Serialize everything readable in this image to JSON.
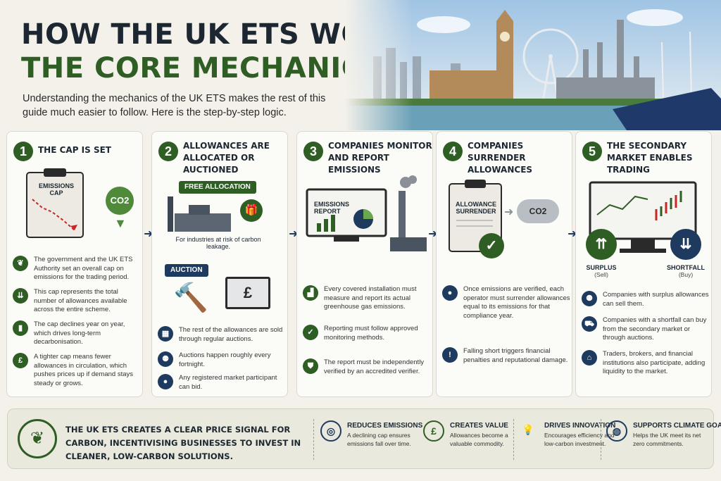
{
  "header": {
    "title_line1": "HOW THE UK ETS WORKS:",
    "title_line2": "THE CORE MECHANICS",
    "intro": "Understanding the mechanics of the UK ETS makes the rest of this guide much easier to follow. Here is the step-by-step logic."
  },
  "steps": [
    {
      "num": "1",
      "title": "THE CAP IS SET",
      "labels": {
        "clipboard": "EMISSIONS CAP",
        "co2": "CO2"
      },
      "bullets": [
        {
          "icon": "leaf-icon",
          "text": "The government and the UK ETS Authority set an overall cap on emissions for the trading period."
        },
        {
          "icon": "down-arrows-icon",
          "text": "This cap represents the total number of allowances available across the entire scheme."
        },
        {
          "icon": "bar-chart-icon",
          "text": "The cap declines year on year, which drives long-term decarbonisation."
        },
        {
          "icon": "pound-icon",
          "text": "A tighter cap means fewer allowances in circulation, which pushes prices up if demand stays steady or grows."
        }
      ]
    },
    {
      "num": "2",
      "title": "ALLOWANCES ARE ALLOCATED OR AUCTIONED",
      "free_tag": "FREE ALLOCATION",
      "free_note": "For industries at risk of carbon leakage.",
      "auction_tag": "AUCTION",
      "monitor_symbol": "£",
      "bullets": [
        {
          "icon": "calendar-icon",
          "text": "The rest of the allowances are sold through regular auctions."
        },
        {
          "icon": "people-icon",
          "text": "Auctions happen roughly every fortnight."
        },
        {
          "icon": "person-icon",
          "text": "Any registered market participant can bid."
        }
      ]
    },
    {
      "num": "3",
      "title": "COMPANIES MONITOR AND REPORT EMISSIONS",
      "labels": {
        "report": "EMISSIONS REPORT"
      },
      "bullets": [
        {
          "icon": "factory-icon",
          "text": "Every covered installation must measure and report its actual greenhouse gas emissions."
        },
        {
          "icon": "checklist-icon",
          "text": "Reporting must follow approved monitoring methods."
        },
        {
          "icon": "shield-check-icon",
          "text": "The report must be independently verified by an accredited verifier."
        }
      ]
    },
    {
      "num": "4",
      "title": "COMPANIES SURRENDER ALLOWANCES",
      "labels": {
        "clipboard": "ALLOWANCE SURRENDER",
        "co2": "CO2"
      },
      "bullets": [
        {
          "icon": "person-icon",
          "text": "Once emissions are verified, each operator must surrender allowances equal to its emissions for that compliance year."
        },
        {
          "icon": "warning-icon",
          "text": "Falling short triggers financial penalties and reputational damage."
        }
      ]
    },
    {
      "num": "5",
      "title": "THE SECONDARY MARKET ENABLES TRADING",
      "surplus": "SURPLUS",
      "surplus_sub": "(Sell)",
      "shortfall": "SHORTFALL",
      "shortfall_sub": "(Buy)",
      "bullets": [
        {
          "icon": "people-icon",
          "text": "Companies with surplus allowances can sell them."
        },
        {
          "icon": "cart-icon",
          "text": "Companies with a shortfall can buy from the secondary market or through auctions."
        },
        {
          "icon": "bank-icon",
          "text": "Traders, brokers, and financial institutions also participate, adding liquidity to the market."
        }
      ]
    }
  ],
  "footer": {
    "main": "THE UK ETS CREATES A CLEAR PRICE SIGNAL FOR CARBON, INCENTIVISING BUSINESSES TO INVEST IN CLEANER, LOW-CARBON SOLUTIONS.",
    "items": [
      {
        "icon": "target-icon",
        "title": "REDUCES EMISSIONS",
        "text": "A declining cap ensures emissions fall over time."
      },
      {
        "icon": "pound-icon",
        "title": "CREATES VALUE",
        "text": "Allowances become a valuable commodity."
      },
      {
        "icon": "lightbulb-icon",
        "title": "DRIVES INNOVATION",
        "text": "Encourages efficiency and low-carbon investment."
      },
      {
        "icon": "globe-icon",
        "title": "SUPPORTS CLIMATE GOALS",
        "text": "Helps the UK meet its net zero commitments."
      }
    ]
  },
  "colors": {
    "navy": "#1c2731",
    "green": "#2f5e25",
    "accent_navy": "#1f3a5f"
  }
}
